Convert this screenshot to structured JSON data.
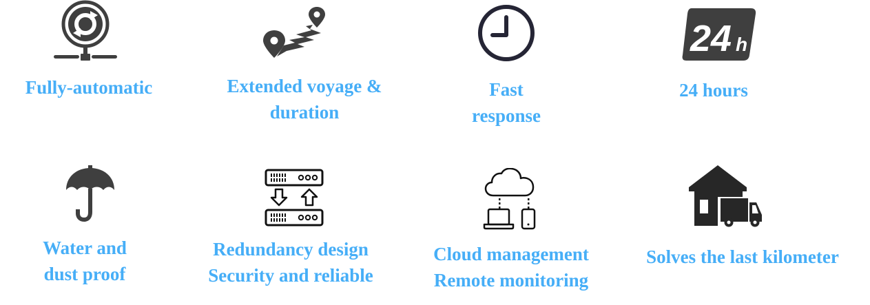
{
  "colors": {
    "label_text": "#46aef7",
    "icon_dark": "#3f3f3f",
    "icon_navy": "#252535",
    "background": "#ffffff"
  },
  "features": [
    {
      "icon": "network-sync-icon",
      "lines": [
        "Fully-automatic"
      ]
    },
    {
      "icon": "route-map-pins-icon",
      "lines": [
        "Extended voyage &",
        "duration"
      ]
    },
    {
      "icon": "clock-icon",
      "lines": [
        "Fast",
        "response"
      ]
    },
    {
      "icon": "24-hours-icon",
      "lines": [
        "24 hours"
      ],
      "badge_text": "24",
      "badge_sub": "h"
    },
    {
      "icon": "umbrella-icon",
      "lines": [
        "Water and",
        "dust proof"
      ]
    },
    {
      "icon": "server-redundancy-icon",
      "lines": [
        "Redundancy design",
        "Security and reliable"
      ]
    },
    {
      "icon": "cloud-devices-icon",
      "lines": [
        "Cloud management",
        "Remote monitoring"
      ]
    },
    {
      "icon": "warehouse-truck-icon",
      "lines": [
        "Solves the last kilometer"
      ]
    }
  ]
}
